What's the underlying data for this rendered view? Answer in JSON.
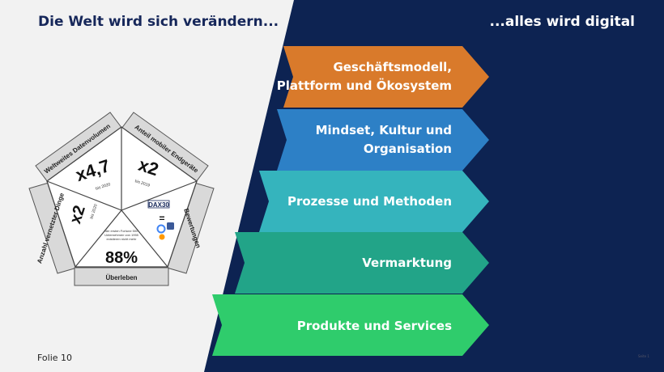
{
  "header": {
    "title_left": "Die Welt wird sich verändern...",
    "title_right": "...alles wird digital"
  },
  "footer": {
    "slide_label": "Folie 10",
    "page_mark": "Seite 1"
  },
  "pentagon": {
    "segments": [
      {
        "value": "x4,7",
        "note": "bis 2020",
        "side_label": "Weltweites Datenvolumen"
      },
      {
        "value": "x2",
        "note": "bis 2019",
        "side_label": "Anteil mobiler Endgeräte"
      },
      {
        "value": "x2",
        "note": "bis 2020",
        "side_label": "Anzahl vernetzter Dinge"
      },
      {
        "value": "88%",
        "note": "der ersten Fortune 500 Unternehmen von 1955 existieren nicht mehr",
        "side_label": "Überleben"
      },
      {
        "logo_text": "DAX30",
        "equals": "=",
        "side_label": "Bewertungen"
      }
    ]
  },
  "arrows": [
    {
      "line1": "Geschäftsmodell,",
      "line2": "Plattform und Ökosystem",
      "color": "#d97a2b"
    },
    {
      "line1": "Mindset, Kultur und",
      "line2": "Organisation",
      "color": "#2d80c6"
    },
    {
      "line1": "Prozesse und Methoden",
      "line2": "",
      "color": "#35b4bd"
    },
    {
      "line1": "Vermarktung",
      "line2": "",
      "color": "#22a488"
    },
    {
      "line1": "Produkte und Services",
      "line2": "",
      "color": "#2fcc6c"
    }
  ]
}
